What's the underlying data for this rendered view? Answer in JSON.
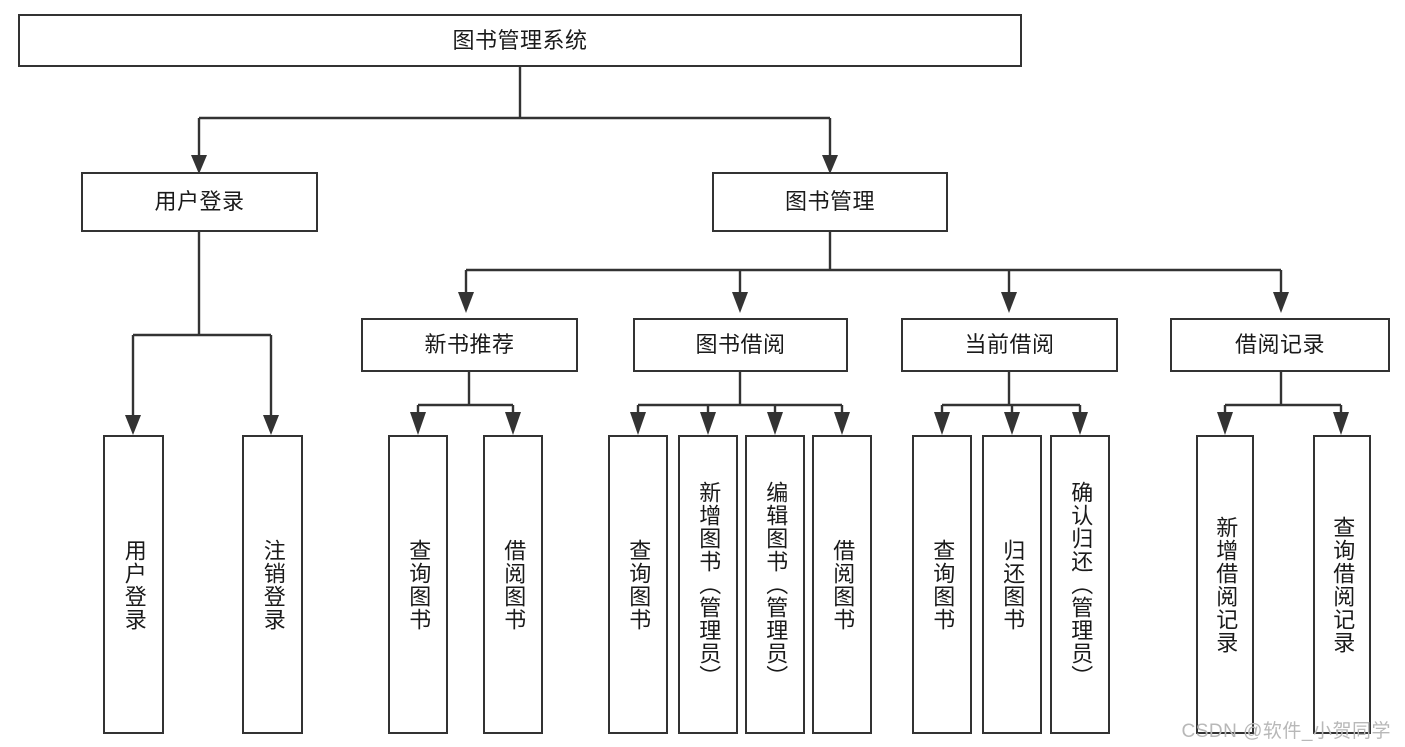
{
  "diagram": {
    "title": "图书管理系统",
    "type": "hierarchy-tree",
    "watermark": "CSDN @软件_小贺同学",
    "colors": {
      "stroke": "#333333",
      "fill": "#ffffff",
      "text": "#1a1a1a",
      "watermark": "#b8b8b8"
    },
    "nodes": {
      "root": {
        "label": "图书管理系统",
        "level": 1
      },
      "user_login": {
        "label": "用户登录",
        "level": 2
      },
      "book_manage": {
        "label": "图书管理",
        "level": 2
      },
      "new_book_rec": {
        "label": "新书推荐",
        "level": 3
      },
      "book_borrow": {
        "label": "图书借阅",
        "level": 3
      },
      "current_borrow": {
        "label": "当前借阅",
        "level": 3
      },
      "borrow_record": {
        "label": "借阅记录",
        "level": 3
      },
      "leaf_user_login": {
        "label": "用户登录",
        "level": 4
      },
      "leaf_logout": {
        "label": "注销登录",
        "level": 4
      },
      "leaf_query_book_1": {
        "label": "查询图书",
        "level": 4
      },
      "leaf_borrow_book_1": {
        "label": "借阅图书",
        "level": 4
      },
      "leaf_query_book_2": {
        "label": "查询图书",
        "level": 4
      },
      "leaf_add_book": {
        "label": "新增图书（管理员）",
        "level": 4
      },
      "leaf_edit_book": {
        "label": "编辑图书（管理员）",
        "level": 4
      },
      "leaf_borrow_book_2": {
        "label": "借阅图书",
        "level": 4
      },
      "leaf_query_book_3": {
        "label": "查询图书",
        "level": 4
      },
      "leaf_return_book": {
        "label": "归还图书",
        "level": 4
      },
      "leaf_confirm_return": {
        "label": "确认归还（管理员）",
        "level": 4
      },
      "leaf_add_record": {
        "label": "新增借阅记录",
        "level": 4
      },
      "leaf_query_record": {
        "label": "查询借阅记录",
        "level": 4
      }
    },
    "edges": [
      {
        "from": "root",
        "to": "user_login"
      },
      {
        "from": "root",
        "to": "book_manage"
      },
      {
        "from": "user_login",
        "to": "leaf_user_login"
      },
      {
        "from": "user_login",
        "to": "leaf_logout"
      },
      {
        "from": "book_manage",
        "to": "new_book_rec"
      },
      {
        "from": "book_manage",
        "to": "book_borrow"
      },
      {
        "from": "book_manage",
        "to": "current_borrow"
      },
      {
        "from": "book_manage",
        "to": "borrow_record"
      },
      {
        "from": "new_book_rec",
        "to": "leaf_query_book_1"
      },
      {
        "from": "new_book_rec",
        "to": "leaf_borrow_book_1"
      },
      {
        "from": "book_borrow",
        "to": "leaf_query_book_2"
      },
      {
        "from": "book_borrow",
        "to": "leaf_add_book"
      },
      {
        "from": "book_borrow",
        "to": "leaf_edit_book"
      },
      {
        "from": "book_borrow",
        "to": "leaf_borrow_book_2"
      },
      {
        "from": "current_borrow",
        "to": "leaf_query_book_3"
      },
      {
        "from": "current_borrow",
        "to": "leaf_return_book"
      },
      {
        "from": "current_borrow",
        "to": "leaf_confirm_return"
      },
      {
        "from": "borrow_record",
        "to": "leaf_add_record"
      },
      {
        "from": "borrow_record",
        "to": "leaf_query_record"
      }
    ]
  }
}
